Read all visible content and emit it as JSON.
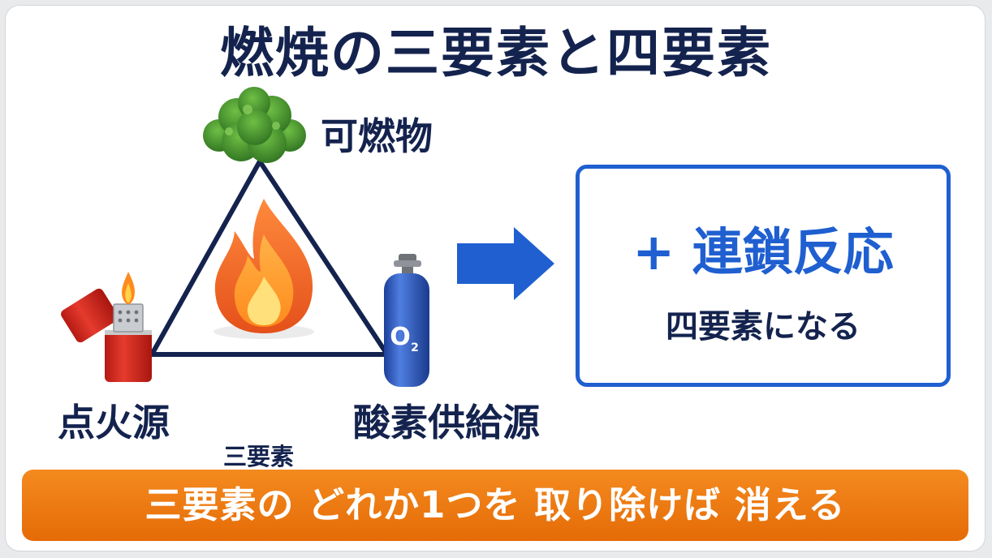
{
  "title": "燃焼の三要素と四要素",
  "triangle": {
    "fuel_label": "可燃物",
    "heat_label": "点火源",
    "oxygen_label": "酸素供給源",
    "caption": "三要素"
  },
  "cylinder": {
    "formula": "O",
    "subscript": "2"
  },
  "four_elements": {
    "main": "+ 連鎖反応",
    "sub": "四要素になる"
  },
  "banner": {
    "text": "三要素の どれか1つを 取り除けば 消える"
  },
  "colors": {
    "navy": "#14234e",
    "blue": "#1f5fd0",
    "orange": "#f07a12",
    "green": "#3f8a2c",
    "red": "#d4281f"
  },
  "icons": [
    "bush-icon",
    "lighter-icon",
    "oxygen-cylinder-icon",
    "flame-icon",
    "arrow-right-icon"
  ]
}
